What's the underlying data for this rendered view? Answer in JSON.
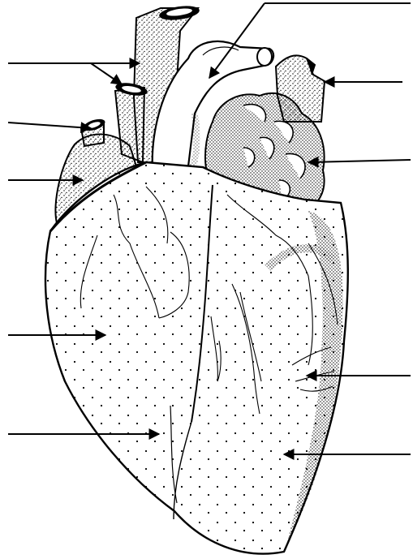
{
  "figure": {
    "subject": "heart-anterior-view",
    "style": "black-and-white-stippled-line-drawing",
    "ink_color": "#000000",
    "paper_color": "#ffffff"
  },
  "labels": [
    {
      "id": "aorta-top",
      "text": ""
    },
    {
      "id": "svc-brachio",
      "text": ""
    },
    {
      "id": "pulm-veins-right",
      "text": ""
    },
    {
      "id": "right-atrium",
      "text": ""
    },
    {
      "id": "left-atrium",
      "text": ""
    },
    {
      "id": "left-auricle",
      "text": ""
    },
    {
      "id": "right-ventricle",
      "text": ""
    },
    {
      "id": "coronary-vessel",
      "text": ""
    },
    {
      "id": "coronary-artery-left",
      "text": ""
    },
    {
      "id": "left-ventricle",
      "text": ""
    }
  ]
}
